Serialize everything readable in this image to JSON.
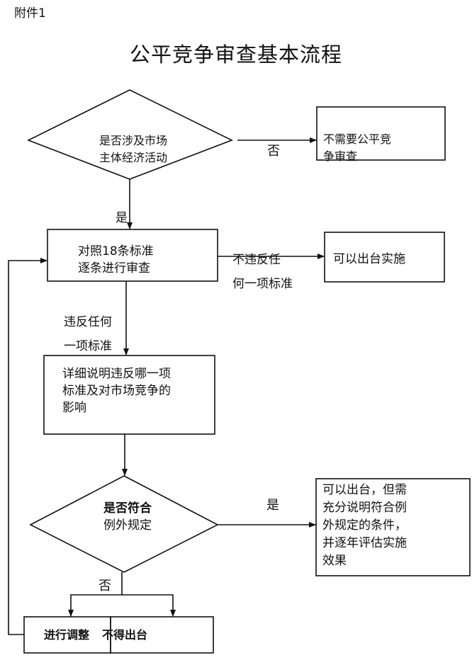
{
  "attachment": "附件1",
  "title": "公平竞争审查基本流程",
  "nodes": {
    "decision_market": "是否涉及市场\n主体经济活动",
    "no_review": "不需要公平竞\n争审查",
    "review_18": "对照18条标准\n逐条进行审查",
    "can_implement": "可以出台实施",
    "explain_violation": "详细说明违反哪一项\n标准及对市场竞争的\n影响",
    "decision_exception_bold": "是否符合",
    "decision_exception_rest": "例外规定",
    "can_with_conditions": "可以出台，但需\n充分说明符合例\n外规定的条件，\n并逐年评估实施\n效果",
    "adjust": "进行调整",
    "not_issue": "不得出台"
  },
  "edges": {
    "no_1": "否",
    "yes_1": "是",
    "no_violation": "不违反任\n何一项标准",
    "violation": "违反任何\n一项标准",
    "yes_2": "是",
    "no_2": "否"
  }
}
